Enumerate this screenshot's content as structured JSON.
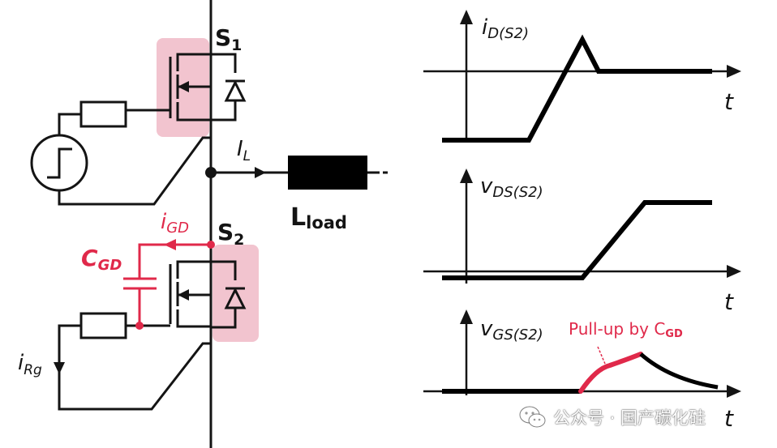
{
  "colors": {
    "wire": "#141414",
    "accent": "#e0294a",
    "highlight": "#f2c4cf",
    "inductor": "#000000"
  },
  "circuit": {
    "s1_main": "S",
    "s1_sub": "1",
    "s2_main": "S",
    "s2_sub": "2",
    "il_main": "I",
    "il_sub": "L",
    "lload_main": "L",
    "lload_sub": "load",
    "igd_main": "i",
    "igd_sub": "GD",
    "cgd_main": "C",
    "cgd_sub": "GD",
    "irg_main": "i",
    "irg_sub": "Rg"
  },
  "waveforms": {
    "id_main": "i",
    "id_sub": "D(S2)",
    "vds_main": "v",
    "vds_sub": "DS(S2)",
    "vgs_main": "v",
    "vgs_sub": "GS(S2)",
    "t1": "t",
    "t2": "t",
    "t3": "t",
    "pullup_text": "Pull-up by C",
    "pullup_sub": "GD"
  },
  "watermark": {
    "icon": "wechat-icon",
    "text": "公众号 · 国产碳化硅"
  }
}
